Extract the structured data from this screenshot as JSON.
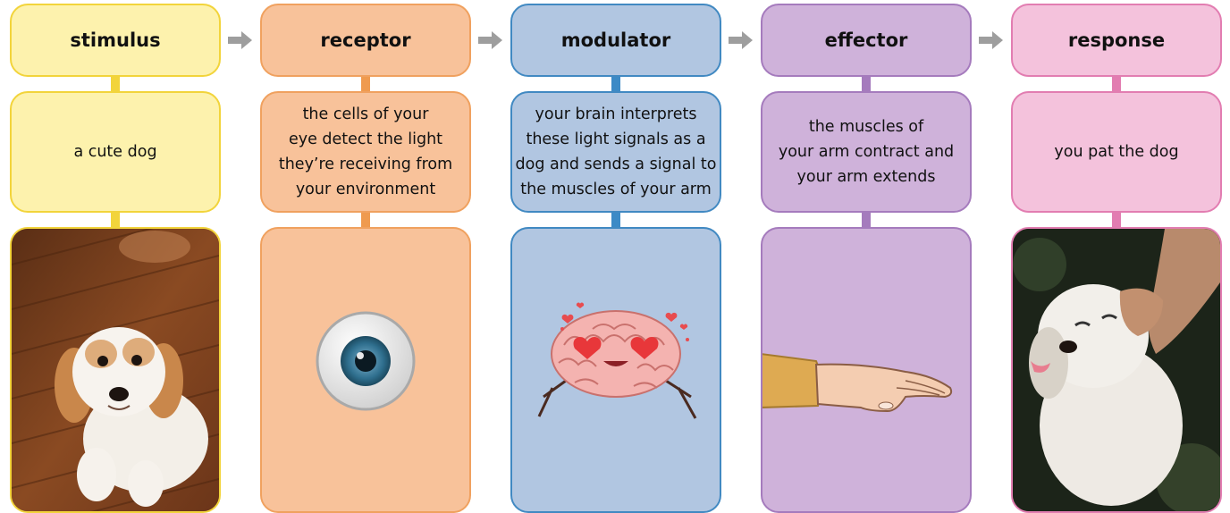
{
  "stages": [
    {
      "id": "stimulus",
      "title": "stimulus",
      "lines": [
        "a cute dog"
      ],
      "colors": {
        "fill": "#fdf2ad",
        "border": "#f2d43b",
        "conn": "#f2d43b"
      },
      "image": "dog-photo"
    },
    {
      "id": "receptor",
      "title": "receptor",
      "lines": [
        "the cells of your",
        "eye detect the light",
        "they’re receiving from",
        "your environment"
      ],
      "colors": {
        "fill": "#f8c29a",
        "border": "#f0a15f",
        "conn": "#ef9a4f"
      },
      "image": "eye-icon"
    },
    {
      "id": "modulator",
      "title": "modulator",
      "lines": [
        "your brain interprets",
        "these light signals as a",
        "dog and sends a signal to",
        "the muscles of your arm"
      ],
      "colors": {
        "fill": "#b1c6e1",
        "border": "#4189c2",
        "conn": "#3c8ac6"
      },
      "image": "brain-icon"
    },
    {
      "id": "effector",
      "title": "effector",
      "lines": [
        "the muscles of",
        "your arm contract and",
        "your arm extends"
      ],
      "colors": {
        "fill": "#cfb2da",
        "border": "#a57bbd",
        "conn": "#a57bbd"
      },
      "image": "arm-icon"
    },
    {
      "id": "response",
      "title": "response",
      "lines": [
        "you pat the dog"
      ],
      "colors": {
        "fill": "#f4c2dc",
        "border": "#e27db1",
        "conn": "#e27db1"
      },
      "image": "dog-pat-photo"
    }
  ],
  "arrow_color": "#9e9e9e"
}
